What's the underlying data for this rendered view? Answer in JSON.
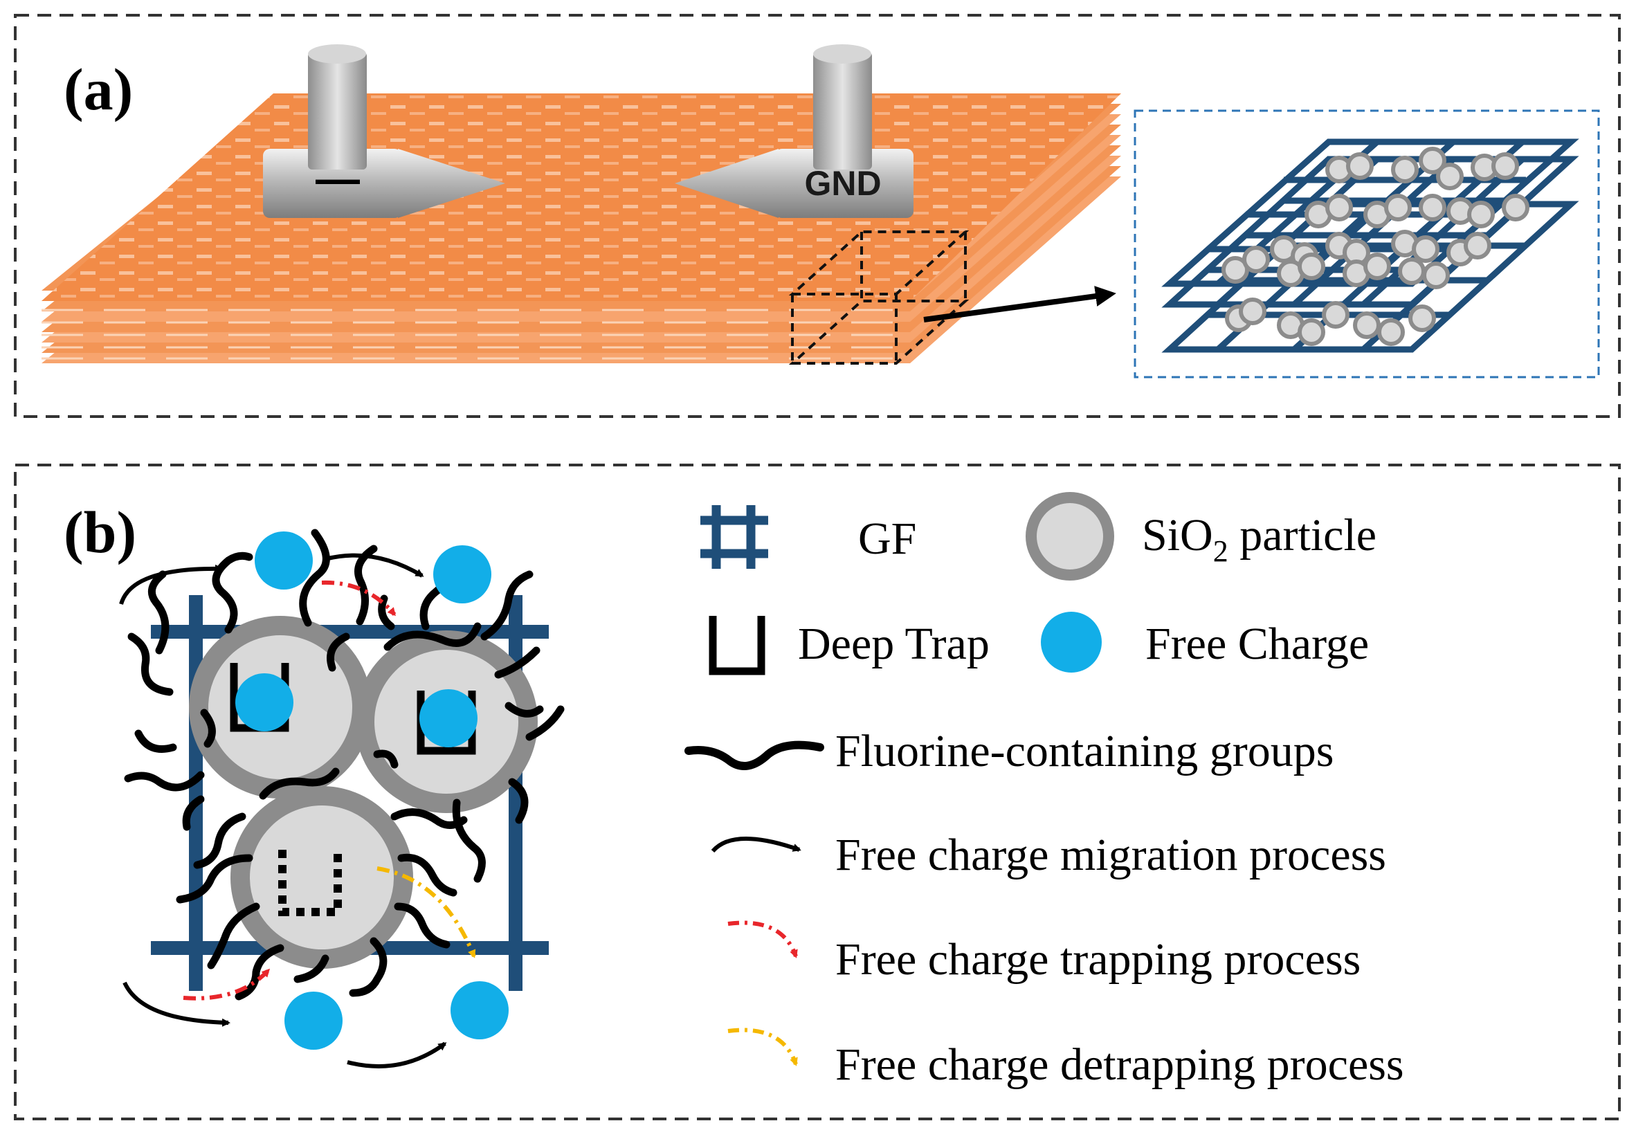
{
  "panel_a": {
    "label": "(a)",
    "electrode_left_sign": "—",
    "electrode_right_label": "GND"
  },
  "panel_b": {
    "label": "(b)",
    "legend": {
      "gf": "GF",
      "sio2_main": "SiO",
      "sio2_sub": "2",
      "sio2_rest": " particle",
      "deep_trap": "Deep Trap",
      "free_charge": "Free Charge",
      "fluorine": "Fluorine-containing groups",
      "migration": "Free charge migration process",
      "trapping": "Free charge trapping process",
      "detrapping": "Free charge detrapping process"
    }
  },
  "colors": {
    "orange": "#f5853f",
    "gf_blue": "#1f4e79",
    "charge_blue": "#12aee8",
    "particle_gray": "#d9d9d9",
    "particle_ring": "#8c8c8c",
    "trapping_red": "#e8262b",
    "detrapping_yellow": "#f5b800",
    "dash_box_blue": "#2e75b6"
  }
}
